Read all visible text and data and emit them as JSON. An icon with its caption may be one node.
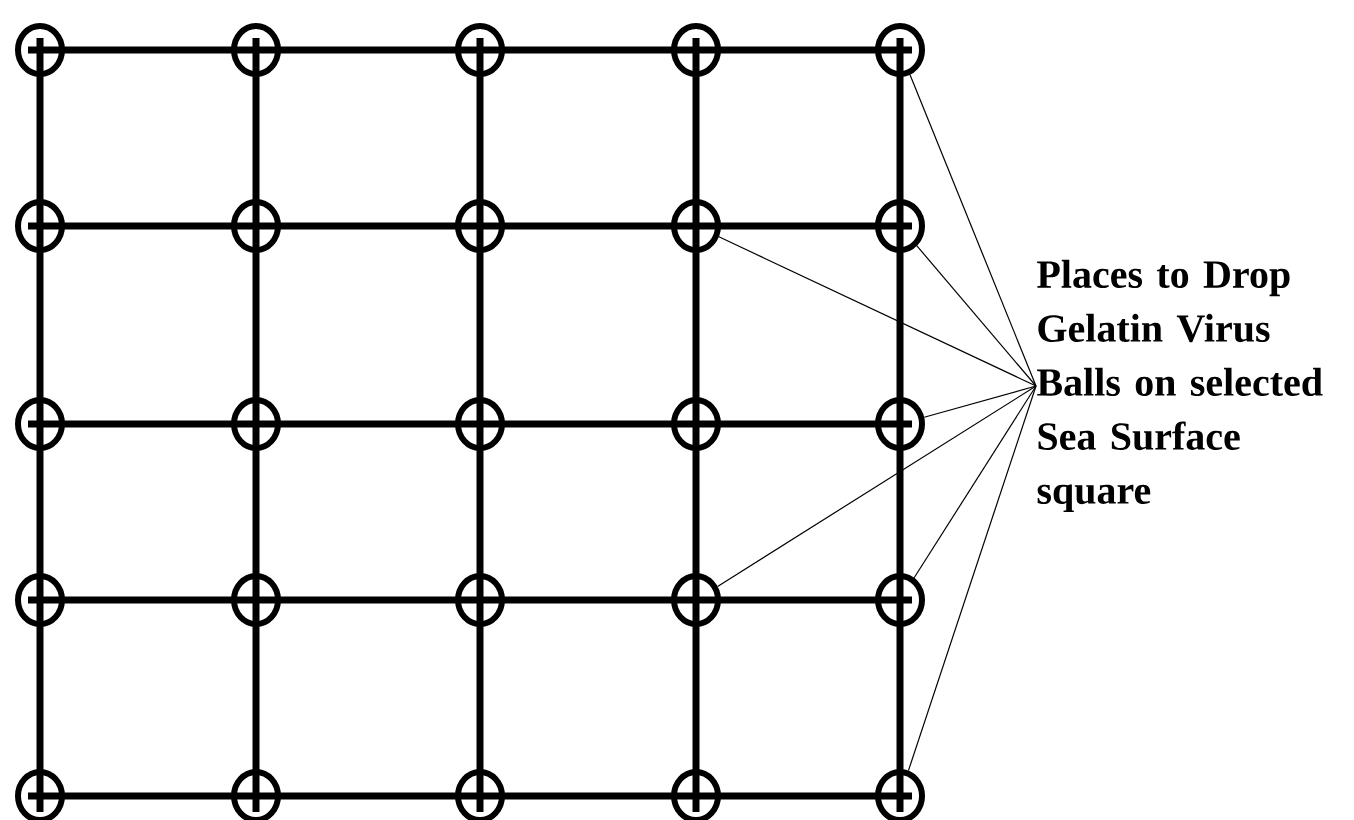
{
  "diagram": {
    "nodes": [
      {
        "text": [],
        "shape": "circle"
      },
      {
        "text": [],
        "shape": "circle"
      },
      {
        "text": [],
        "shape": "circle"
      },
      {
        "text": [],
        "shape": "circle"
      },
      {
        "text": [],
        "shape": "circle"
      },
      {
        "text": [],
        "shape": "circle"
      },
      {
        "text": [],
        "shape": "circle"
      },
      {
        "text": [],
        "shape": "circle"
      },
      {
        "text": [],
        "shape": "circle"
      },
      {
        "text": [],
        "shape": "circle"
      },
      {
        "text": [],
        "shape": "circle"
      },
      {
        "text": [],
        "shape": "circle"
      },
      {
        "text": [],
        "shape": "circle"
      },
      {
        "text": [],
        "shape": "circle"
      },
      {
        "text": [],
        "shape": "circle"
      },
      {
        "text": [],
        "shape": "circle"
      },
      {
        "text": [],
        "shape": "circle"
      },
      {
        "text": [],
        "shape": "circle"
      },
      {
        "text": [],
        "shape": "circle"
      },
      {
        "text": [],
        "shape": "circle"
      },
      {
        "text": [],
        "shape": "circle"
      },
      {
        "text": [],
        "shape": "circle"
      },
      {
        "text": [],
        "shape": "circle"
      },
      {
        "text": [],
        "shape": "circle"
      },
      {
        "text": [],
        "shape": "circle"
      },
      {
        "text": [
          "Places to Drop Gelatin Virus Balls on selected Sea Surface square"
        ]
      }
    ],
    "edges": [
      {
        "from": 25,
        "to": 4,
        "arrow": "none"
      },
      {
        "from": 25,
        "to": 9,
        "arrow": "none"
      },
      {
        "from": 25,
        "to": 8,
        "arrow": "none"
      },
      {
        "from": 25,
        "to": 14,
        "arrow": "none"
      },
      {
        "from": 25,
        "to": 18,
        "arrow": "none"
      },
      {
        "from": 25,
        "to": 19,
        "arrow": "none"
      },
      {
        "from": 25,
        "to": 24,
        "arrow": "none"
      }
    ]
  }
}
